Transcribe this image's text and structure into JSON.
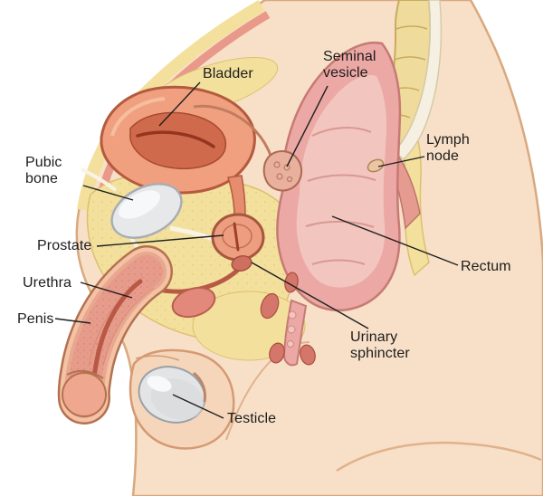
{
  "labels": [
    {
      "id": "bladder",
      "text": "Bladder"
    },
    {
      "id": "seminal-vesicle",
      "text": "Seminal\nvesicle"
    },
    {
      "id": "lymph-node",
      "text": "Lymph\nnode"
    },
    {
      "id": "pubic-bone",
      "text": "Pubic\nbone"
    },
    {
      "id": "prostate",
      "text": "Prostate"
    },
    {
      "id": "rectum",
      "text": "Rectum"
    },
    {
      "id": "urethra",
      "text": "Urethra"
    },
    {
      "id": "penis",
      "text": "Penis"
    },
    {
      "id": "urinary-sphincter",
      "text": "Urinary\nsphincter"
    },
    {
      "id": "testicle",
      "text": "Testicle"
    }
  ],
  "colors": {
    "background": "#ffffff",
    "skin": "#f8e0c8",
    "skin_outline": "#d9a87e",
    "fat_yellow": "#f3e09c",
    "bladder_wall": "#f0a07f",
    "bladder_lumen": "#cf6a4c",
    "rectum_wall": "#eba8a4",
    "rectum_inner": "#f3c5bf",
    "muscle_pink": "#d4776a",
    "bone_gray": "#e6e8ea",
    "spine_bone": "#efdc9c",
    "leader_line": "#1f1f1f",
    "label_text": "#1c1c1c"
  }
}
